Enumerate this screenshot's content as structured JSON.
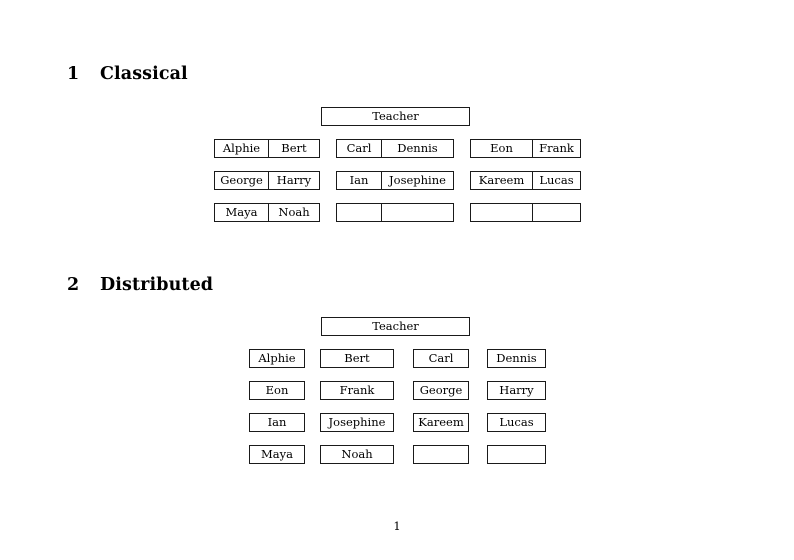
{
  "document": {
    "page_number": "1",
    "background_color": "#ffffff",
    "text_color": "#000000",
    "border_color": "#1a1a1a"
  },
  "sections": [
    {
      "number": "1",
      "title": "Classical",
      "teacher_label": "Teacher",
      "layout": "joined-two-column-groups",
      "groups": [
        {
          "rows": [
            [
              "Alphie",
              "Bert"
            ],
            [
              "George",
              "Harry"
            ],
            [
              "Maya",
              "Noah"
            ]
          ]
        },
        {
          "rows": [
            [
              "Carl",
              "Dennis"
            ],
            [
              "Ian",
              "Josephine"
            ],
            [
              "",
              ""
            ]
          ]
        },
        {
          "rows": [
            [
              "Eon",
              "Frank"
            ],
            [
              "Kareem",
              "Lucas"
            ],
            [
              "",
              ""
            ]
          ]
        }
      ]
    },
    {
      "number": "2",
      "title": "Distributed",
      "teacher_label": "Teacher",
      "layout": "four-independent-columns",
      "rows": [
        [
          "Alphie",
          "Bert",
          "Carl",
          "Dennis"
        ],
        [
          "Eon",
          "Frank",
          "George",
          "Harry"
        ],
        [
          "Ian",
          "Josephine",
          "Kareem",
          "Lucas"
        ],
        [
          "Maya",
          "Noah",
          "",
          ""
        ]
      ]
    }
  ]
}
